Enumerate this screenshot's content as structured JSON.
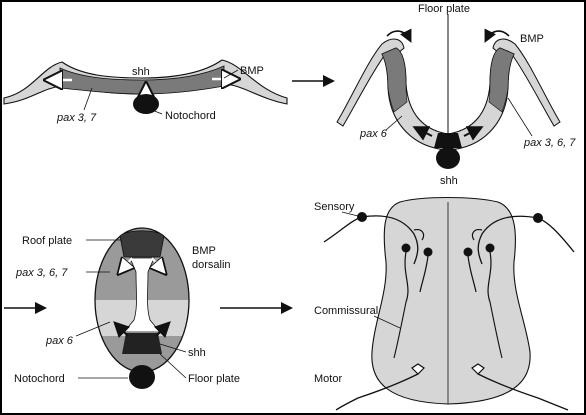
{
  "panel_a": {
    "shh": "shh",
    "bmp": "BMP",
    "pax": "pax 3, 7",
    "notochord": "Notochord"
  },
  "panel_b": {
    "floor_plate": "Floor plate",
    "bmp": "BMP",
    "pax6": "pax 6",
    "pax367": "pax 3, 6, 7",
    "shh": "shh"
  },
  "panel_c": {
    "roof_plate": "Roof plate",
    "bmp": "BMP",
    "dorsalin": "dorsalin",
    "pax367": "pax 3, 6, 7",
    "pax6": "pax 6",
    "shh": "shh",
    "notochord": "Notochord",
    "floor_plate": "Floor plate"
  },
  "panel_d": {
    "sensory": "Sensory",
    "commissural": "Commissural",
    "motor": "Motor"
  },
  "colors": {
    "light": "#d6d6d6",
    "mid": "#9a9a9a",
    "dark": "#7a7a7a",
    "black": "#111111"
  }
}
